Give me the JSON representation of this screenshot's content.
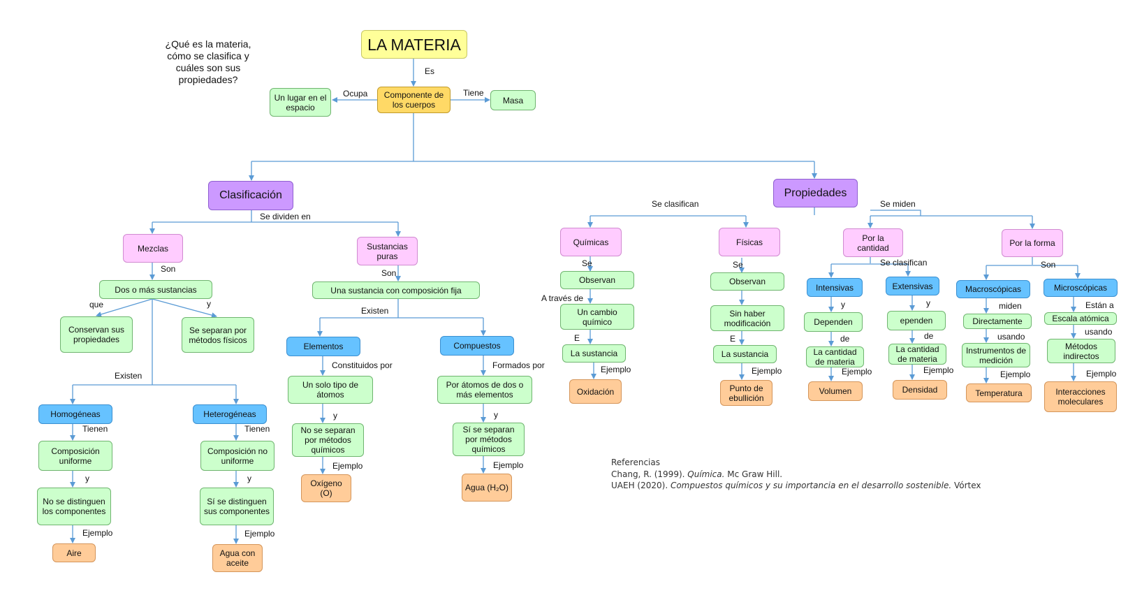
{
  "question": "¿Qué es la materia, cómo se clasifica y cuáles son sus propiedades?",
  "nodes": {
    "materia": "LA MATERIA",
    "componente": "Componente de los cuerpos",
    "lugar": "Un lugar en el espacio",
    "masa": "Masa",
    "clasificacion": "Clasificación",
    "propiedades": "Propiedades",
    "mezclas": "Mezclas",
    "sustancias_puras": "Sustancias puras",
    "dos_o_mas": "Dos o más sustancias",
    "conservan": "Conservan sus propiedades",
    "separan_fisicos": "Se separan por métodos físicos",
    "homogeneas": "Homogéneas",
    "heterogeneas": "Heterogéneas",
    "comp_uniforme": "Composición uniforme",
    "comp_no_uniforme": "Composición no uniforme",
    "no_distinguen": "No se distinguen los componentes",
    "si_distinguen": "Sí se distinguen sus componentes",
    "aire": "Aire",
    "agua_aceite": "Agua con aceite",
    "comp_fija": "Una sustancia con composición fija",
    "elementos": "Elementos",
    "compuestos": "Compuestos",
    "solo_tipo": "Un solo tipo de átomos",
    "atomos_dos": "Por átomos de dos o más elementos",
    "no_separan_quimicos": "No se separan por métodos químicos",
    "si_separan_quimicos": "Sí se separan por métodos químicos",
    "oxigeno": "Oxígeno (O)",
    "agua_h2o": "Agua (H₂O)",
    "quimicas": "Químicas",
    "fisicas": "Físicas",
    "observan_q": "Observan",
    "observan_f": "Observan",
    "cambio_quimico": "Un cambio químico",
    "sin_modificacion": "Sin haber modificación",
    "sustancia_q": "La sustancia",
    "sustancia_f": "La sustancia",
    "oxidacion": "Oxidación",
    "ebullicion": "Punto de ebullición",
    "por_cantidad": "Por la cantidad",
    "por_forma": "Por la forma",
    "intensivas": "Intensivas",
    "extensivas": "Extensivas",
    "dependen": "Dependen",
    "ependen": "ependen",
    "cantidad_materia_1": "La cantidad de materia",
    "cantidad_materia_2": "La cantidad de materia",
    "volumen": "Volumen",
    "densidad": "Densidad",
    "macroscopicas": "Macroscópicas",
    "microscopicas": "Microscópicas",
    "directamente": "Directamente",
    "escala_atomica": "Escala atómica",
    "instrumentos": "Instrumentos de medición",
    "metodos_indirectos": "Métodos indirectos",
    "temperatura": "Temperatura",
    "interacciones": "Interacciones moleculares"
  },
  "edge_labels": {
    "es": "Es",
    "ocupa": "Ocupa",
    "tiene": "Tiene",
    "se_dividen_en": "Se dividen en",
    "son_mezclas": "Son",
    "son_sustancias": "Son",
    "que": "que",
    "y_separan": "y",
    "existen_mezclas": "Existen",
    "tienen_homo": "Tienen",
    "tienen_hetero": "Tienen",
    "y_homo": "y",
    "y_hetero": "y",
    "ejemplo_aire": "Ejemplo",
    "ejemplo_agua_aceite": "Ejemplo",
    "existen_sustancias": "Existen",
    "constituidos_por": "Constituidos por",
    "formados_por": "Formados por",
    "y_elementos": "y",
    "y_compuestos": "y",
    "ejemplo_oxigeno": "Ejemplo",
    "ejemplo_agua": "Ejemplo",
    "se_clasifican_prop": "Se clasifican",
    "se_miden": "Se miden",
    "se_quimicas": "Se",
    "se_fisicas": "Se",
    "a_traves_de": "A través de",
    "e_quimicas": "E",
    "e_fisicas": "E",
    "ejemplo_oxidacion": "Ejemplo",
    "ejemplo_ebullicion": "Ejemplo",
    "se_clasifican_cantidad": "Se clasifican",
    "son_forma": "Son",
    "y_intensivas": "y",
    "y_extensivas": "y",
    "de_intensivas": "de",
    "de_extensivas": "de",
    "ejemplo_volumen": "Ejemplo",
    "ejemplo_densidad": "Ejemplo",
    "miden": "miden",
    "estan_a": "Están a",
    "usando_macro": "usando",
    "usando_micro": "usando",
    "ejemplo_temperatura": "Ejemplo",
    "ejemplo_interacciones": "Ejemplo"
  },
  "references": {
    "heading": "Referencias",
    "ref1_pre": "Chang, R. (1999). ",
    "ref1_title": "Química.",
    "ref1_post": " Mc Graw Hill.",
    "ref2_pre": "UAEH (2020). ",
    "ref2_title": "Compuestos químicos y su importancia en el desarrollo sostenible.",
    "ref2_post": " Vórtex"
  },
  "colors": {
    "connector": "#5b9bd5",
    "green": "#ccffcc",
    "pink": "#ffccff",
    "blue": "#66c2ff",
    "orange": "#ffcc99",
    "yellow": "#ffff99",
    "gold": "#ffd966",
    "purple": "#cc99ff"
  }
}
